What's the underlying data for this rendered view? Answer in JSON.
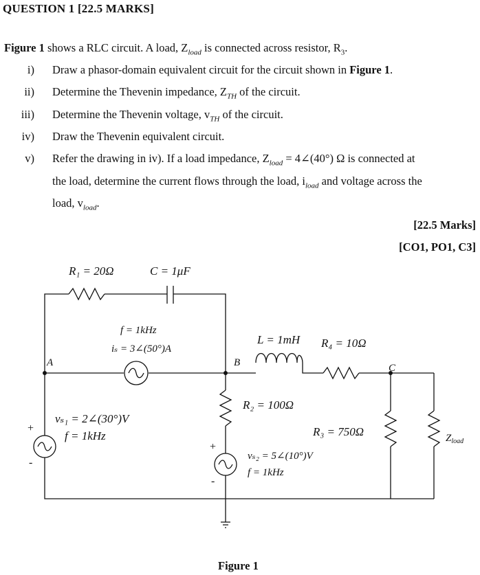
{
  "question": {
    "title": "QUESTION 1 [22.5 MARKS]",
    "intro_prefix": "Figure 1",
    "intro_text": " shows a RLC circuit. A load, Z",
    "intro_sub": "load",
    "intro_text2": " is connected across resistor, R",
    "intro_sub2": "3",
    "intro_end": "."
  },
  "items": [
    {
      "num": "i)",
      "text": "Draw a phasor-domain equivalent circuit for the circuit shown in ",
      "bold": "Figure 1",
      "end": "."
    },
    {
      "num": "ii)",
      "text": "Determine the Thevenin impedance, Z",
      "sub": "TH",
      "end": " of the circuit."
    },
    {
      "num": "iii)",
      "text": "Determine the Thevenin voltage, v",
      "sub": "TH",
      "end": " of the circuit."
    },
    {
      "num": "iv)",
      "text": "Draw the Thevenin equivalent circuit."
    },
    {
      "num": "v)",
      "line1": "Refer the drawing in iv). If a load impedance, Z",
      "line1_sub": "load",
      "line1_end": " = 4∠(40°) Ω is connected at",
      "line2": "the load, determine the current flows through the load, i",
      "line2_sub": "load",
      "line2_end": " and voltage across the",
      "line3": "load, v",
      "line3_sub": "load",
      "line3_end": "."
    }
  ],
  "marks": {
    "total": "[22.5 Marks]",
    "co": "[CO1, PO1, C3]"
  },
  "circuit": {
    "r1": "R₁ = 20Ω",
    "c": "C = 1μF",
    "is_f": "f = 1kHz",
    "is_val": "iₛ = 3∠(50°)A",
    "l": "L = 1mH",
    "r4": "R₄ = 10Ω",
    "node_a": "A",
    "node_b": "B",
    "node_c": "C",
    "r2": "R₂ = 100Ω",
    "vs1": "vₛ₁ = 2∠(30°)V",
    "vs1_f": "f = 1kHz",
    "r3": "R₃ = 750Ω",
    "zload": "Z",
    "zload_sub": "load",
    "vs2": "vₛ₂ = 5∠(10°)V",
    "vs2_f": "f = 1kHz",
    "plus": "+",
    "minus": "-"
  },
  "figure_caption": "Figure 1"
}
